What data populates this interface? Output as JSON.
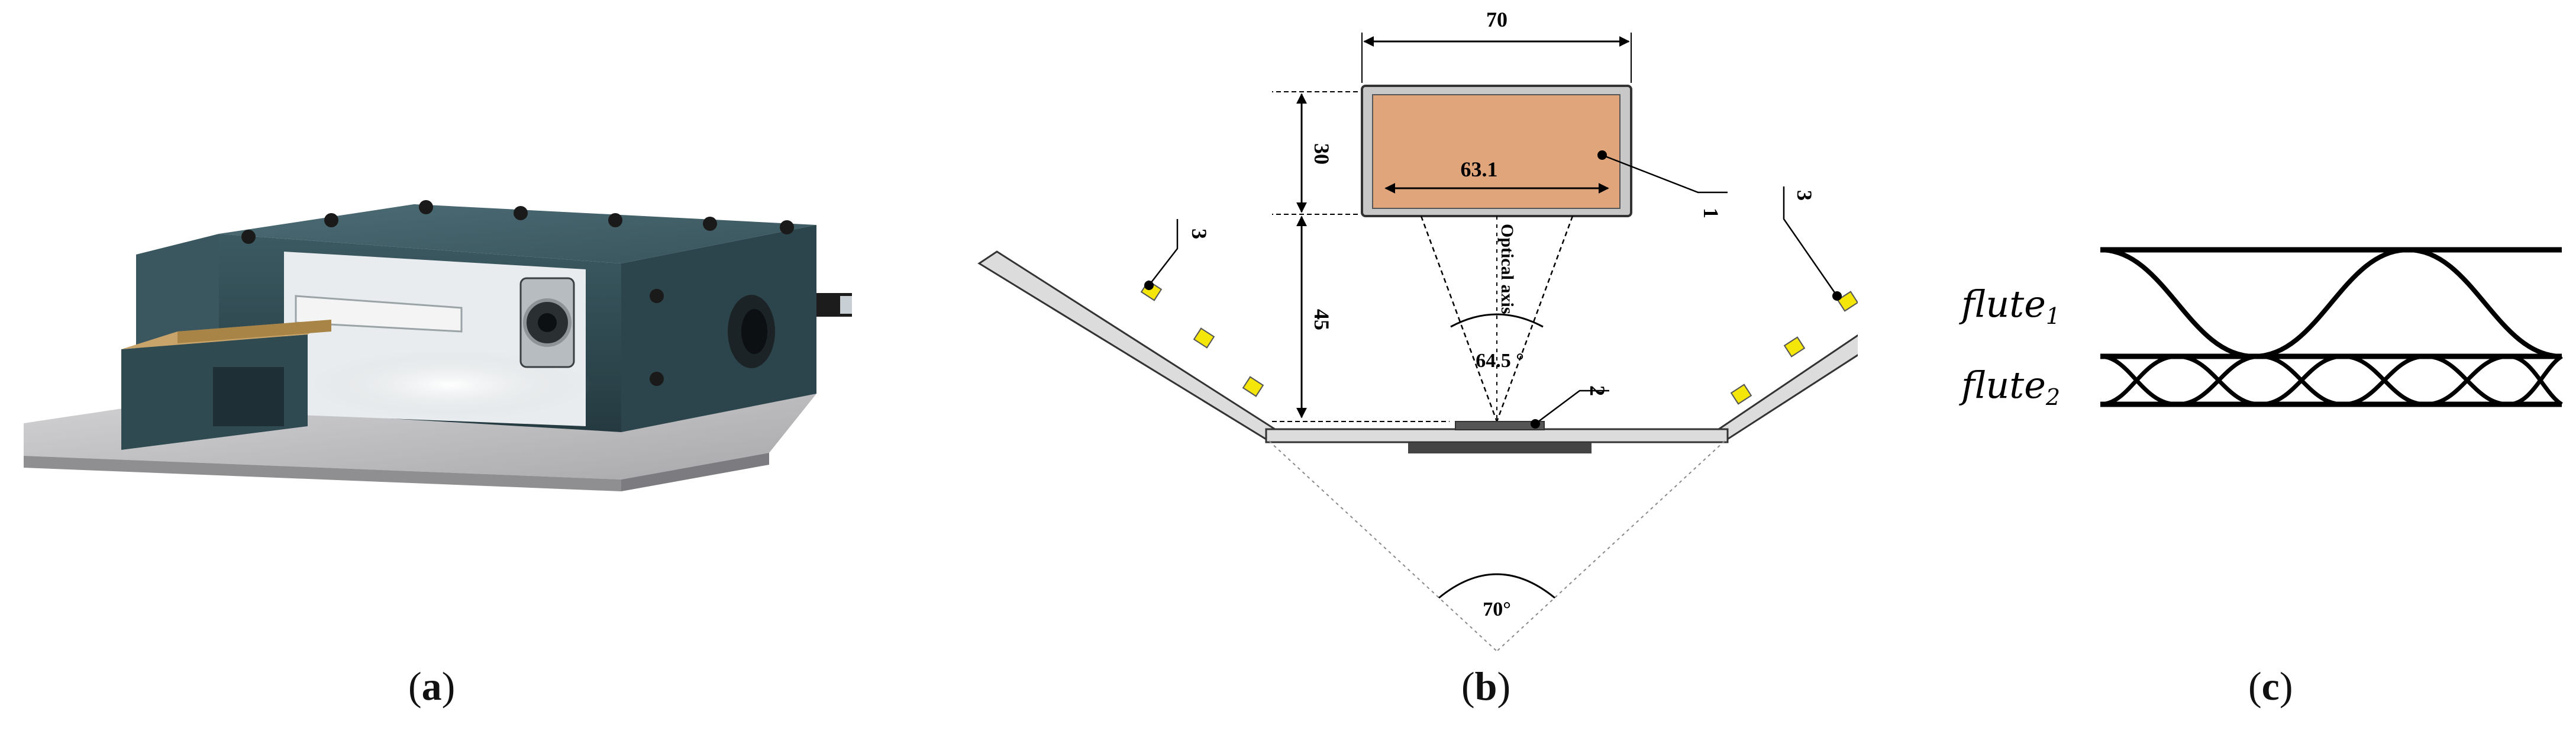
{
  "panel_a": {
    "caption_letter": "a"
  },
  "panel_b": {
    "caption_letter": "b",
    "dim_width": "70",
    "dim_height": "30",
    "dim_inner": "63.1",
    "dim_distance": "45",
    "optical_axis": "Optical axis",
    "angle_camera": "64.5 °",
    "angle_lights": "70°",
    "callout_1": "1",
    "callout_2": "2",
    "callout_3_left": "3",
    "callout_3_right": "3"
  },
  "panel_c": {
    "caption_letter": "c",
    "flute1_label": "flute",
    "flute1_sub": "1",
    "flute2_label": "flute",
    "flute2_sub": "2"
  }
}
